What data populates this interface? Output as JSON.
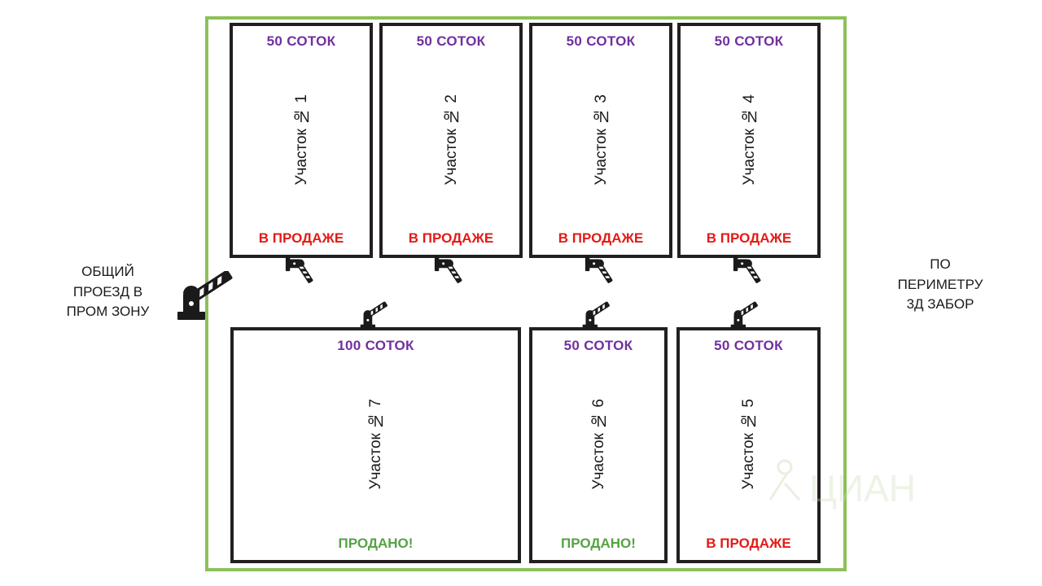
{
  "plan": {
    "perimeter_color": "#8DC05A",
    "plot_border_color": "#231F20",
    "area_color": "#7030A0",
    "status_colors": {
      "for_sale": "#E31B17",
      "sold": "#55A244"
    }
  },
  "captions": {
    "left": "ОБЩИЙ\nПРОЕЗД В\nПРОМ ЗОНУ",
    "right": "ПО\nПЕРИМЕТРУ\n3Д ЗАБОР"
  },
  "watermark": {
    "text": "ЦИАН"
  },
  "plots": {
    "p1": {
      "area": "50 СОТОК",
      "name": "Участок № 1",
      "status": "В ПРОДАЖЕ"
    },
    "p2": {
      "area": "50 СОТОК",
      "name": "Участок № 2",
      "status": "В ПРОДАЖЕ"
    },
    "p3": {
      "area": "50 СОТОК",
      "name": "Участок № 3",
      "status": "В ПРОДАЖЕ"
    },
    "p4": {
      "area": "50 СОТОК",
      "name": "Участок № 4",
      "status": "В ПРОДАЖЕ"
    },
    "p7": {
      "area": "100 СОТОК",
      "name": "Участок № 7",
      "status": "ПРОДАНО!"
    },
    "p6": {
      "area": "50 СОТОК",
      "name": "Участок № 6",
      "status": "ПРОДАНО!"
    },
    "p5": {
      "area": "50 СОТОК",
      "name": "Участок № 5",
      "status": "В ПРОДАЖЕ"
    }
  },
  "icons": {
    "gate": "barrier-gate-icon"
  }
}
